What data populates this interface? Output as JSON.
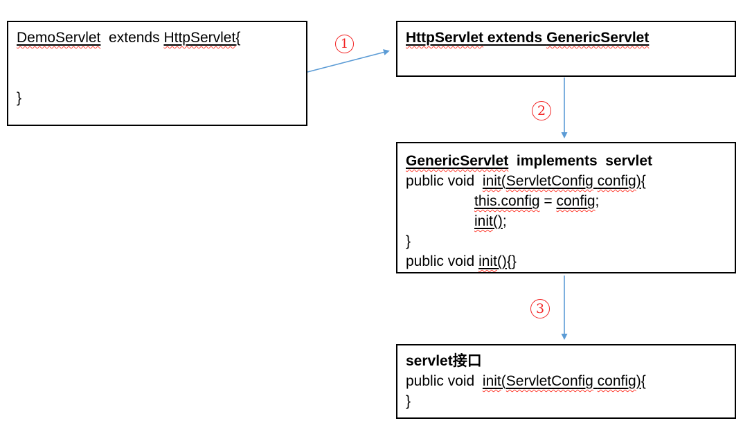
{
  "diagram": {
    "title": "servlet-inheritance-init-call-chain",
    "colors": {
      "arrow_blue": "#5b9bd5",
      "step_label_red": "#f22525",
      "squiggle_red": "#ff4033",
      "box_border": "#000000",
      "text": "#000000",
      "background": "#ffffff"
    },
    "steps": [
      {
        "label": "1"
      },
      {
        "label": "2"
      },
      {
        "label": "3"
      }
    ],
    "boxes": [
      {
        "name": "demo-servlet-box",
        "lines": [
          {
            "segs": [
              {
                "t": "DemoServlet",
                "u": true,
                "sq": true
              },
              {
                "t": "  extends "
              },
              {
                "t": "HttpServlet",
                "u": true,
                "sq": true
              },
              {
                "t": "{",
                "u": true
              }
            ]
          },
          {
            "segs": []
          },
          {
            "segs": []
          },
          {
            "segs": [
              {
                "t": "}"
              }
            ]
          }
        ]
      },
      {
        "name": "http-servlet-box",
        "lines": [
          {
            "bold": true,
            "segs": [
              {
                "t": "HttpServlet",
                "u": true,
                "sq": true
              },
              {
                "t": " extends ",
                "u": true
              },
              {
                "t": "GenericServlet",
                "u": true,
                "sq": true
              }
            ]
          }
        ]
      },
      {
        "name": "generic-servlet-box",
        "lines": [
          {
            "bold": true,
            "segs": [
              {
                "t": "GenericServlet",
                "u": true,
                "sq": true
              },
              {
                "t": "  implements  servlet"
              }
            ]
          },
          {
            "segs": [
              {
                "t": "public void  "
              },
              {
                "t": "init",
                "u": true,
                "sq": true
              },
              {
                "t": "(",
                "u": true
              },
              {
                "t": "ServletConfig",
                "u": true,
                "sq": true
              },
              {
                "t": " ",
                "u": true
              },
              {
                "t": "config",
                "u": true,
                "sq": true
              },
              {
                "t": ")",
                "u": true
              },
              {
                "t": "{"
              }
            ]
          },
          {
            "indent": true,
            "segs": [
              {
                "t": "this.config",
                "u": true,
                "sq": true
              },
              {
                "t": " = "
              },
              {
                "t": "config",
                "u": true,
                "sq": true
              },
              {
                "t": ";"
              }
            ]
          },
          {
            "indent": true,
            "segs": [
              {
                "t": "init",
                "u": true,
                "sq": true
              },
              {
                "t": "()",
                "u": true
              },
              {
                "t": ";"
              }
            ]
          },
          {
            "segs": [
              {
                "t": "}"
              }
            ]
          },
          {
            "segs": [
              {
                "t": "public void "
              },
              {
                "t": "init",
                "u": true,
                "sq": true
              },
              {
                "t": "()",
                "u": true
              },
              {
                "t": "{}"
              }
            ]
          }
        ]
      },
      {
        "name": "servlet-interface-box",
        "lines": [
          {
            "bold": true,
            "segs": [
              {
                "t": "servlet接口"
              }
            ]
          },
          {
            "segs": [
              {
                "t": "public void  "
              },
              {
                "t": "init",
                "u": true,
                "sq": true
              },
              {
                "t": "(",
                "u": true
              },
              {
                "t": "ServletConfig",
                "u": true,
                "sq": true
              },
              {
                "t": " ",
                "u": true
              },
              {
                "t": "config",
                "u": true,
                "sq": true
              },
              {
                "t": ")",
                "u": true
              },
              {
                "t": "{"
              }
            ]
          },
          {
            "segs": [
              {
                "t": "}"
              }
            ]
          }
        ]
      }
    ]
  }
}
